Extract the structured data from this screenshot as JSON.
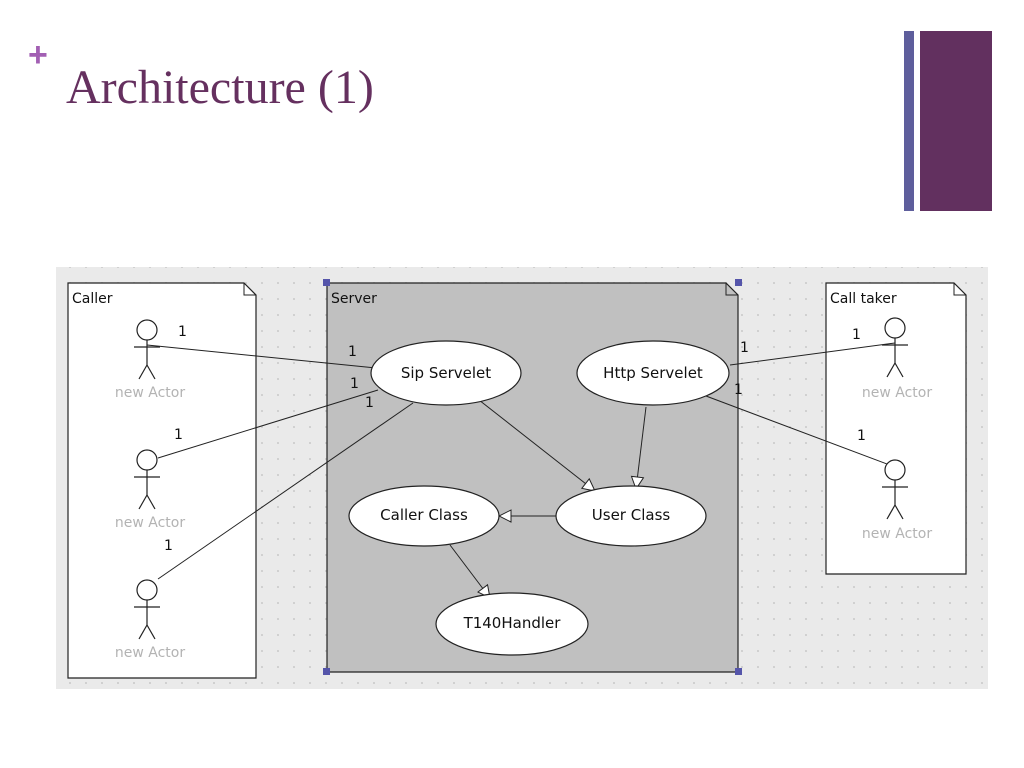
{
  "slide": {
    "bullet": "+",
    "title": "Architecture (1)",
    "colors": {
      "title": "#65305f",
      "bullet": "#a25fb3",
      "deco_thin": "#5e5e9c",
      "deco_thick": "#62305f"
    }
  },
  "diagram": {
    "packages": {
      "caller": "Caller",
      "server": "Server",
      "call_taker": "Call taker"
    },
    "actor_label": "new Actor",
    "use_cases": {
      "sip_servelet": "Sip Servelet",
      "http_servelet": "Http Servelet",
      "caller_class": "Caller Class",
      "user_class": "User Class",
      "t140_handler": "T140Handler"
    },
    "multiplicity": "1",
    "colors": {
      "server_fill": "#c0c0c0",
      "actor_label": "#b3b3b3",
      "selection_handle": "#5555aa"
    }
  }
}
